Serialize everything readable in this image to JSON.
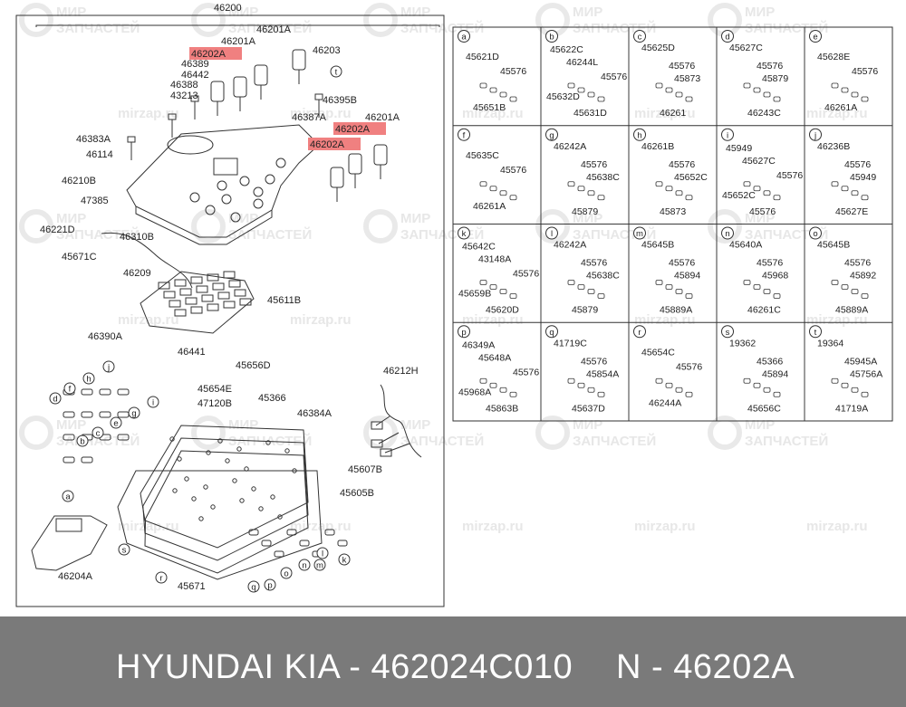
{
  "watermark": {
    "line1": "МИР",
    "line2": "ЗАПЧАСТЕЙ",
    "site": "mirzap.ru"
  },
  "diagram": {
    "assembly_number": "46200",
    "callouts": [
      {
        "id": "c-46201A-top",
        "label": "46201A"
      },
      {
        "id": "c-46202A-1",
        "label": "46202A",
        "highlight": true
      },
      {
        "id": "c-46201A-2",
        "label": "46201A"
      },
      {
        "id": "c-46203",
        "label": "46203"
      },
      {
        "id": "c-46389",
        "label": "46389"
      },
      {
        "id": "c-46442",
        "label": "46442"
      },
      {
        "id": "c-46388",
        "label": "46388"
      },
      {
        "id": "c-43213",
        "label": "43213"
      },
      {
        "id": "c-46395B",
        "label": "46395B"
      },
      {
        "id": "c-46387A",
        "label": "46387A"
      },
      {
        "id": "c-46201A-3",
        "label": "46201A"
      },
      {
        "id": "c-46202A-2",
        "label": "46202A",
        "highlight": true
      },
      {
        "id": "c-46202A-3",
        "label": "46202A",
        "highlight": true
      },
      {
        "id": "c-46383A",
        "label": "46383A"
      },
      {
        "id": "c-46114",
        "label": "46114"
      },
      {
        "id": "c-46210B",
        "label": "46210B"
      },
      {
        "id": "c-47385",
        "label": "47385"
      },
      {
        "id": "c-46221D",
        "label": "46221D"
      },
      {
        "id": "c-46310B",
        "label": "46310B"
      },
      {
        "id": "c-45671C",
        "label": "45671C"
      },
      {
        "id": "c-46209",
        "label": "46209"
      },
      {
        "id": "c-45611B",
        "label": "45611B"
      },
      {
        "id": "c-46390A",
        "label": "46390A"
      },
      {
        "id": "c-46441",
        "label": "46441"
      },
      {
        "id": "c-45656D",
        "label": "45656D"
      },
      {
        "id": "c-46212H",
        "label": "46212H"
      },
      {
        "id": "c-45654E",
        "label": "45654E"
      },
      {
        "id": "c-45366",
        "label": "45366"
      },
      {
        "id": "c-47120B",
        "label": "47120B"
      },
      {
        "id": "c-46384A",
        "label": "46384A"
      },
      {
        "id": "c-45607B",
        "label": "45607B"
      },
      {
        "id": "c-45605B",
        "label": "45605B"
      },
      {
        "id": "c-46204A",
        "label": "46204A"
      },
      {
        "id": "c-45671",
        "label": "45671"
      }
    ],
    "letters": [
      "a",
      "b",
      "c",
      "d",
      "e",
      "f",
      "g",
      "h",
      "i",
      "j",
      "k",
      "l",
      "m",
      "n",
      "o",
      "p",
      "q",
      "r",
      "s",
      "t"
    ]
  },
  "parts_table": [
    {
      "letter": "a",
      "labels": [
        "45621D",
        "45576",
        "45651B"
      ]
    },
    {
      "letter": "b",
      "labels": [
        "45622C",
        "46244L",
        "45576",
        "45632D",
        "45631D"
      ]
    },
    {
      "letter": "c",
      "labels": [
        "45625D",
        "45576",
        "45873",
        "46261"
      ]
    },
    {
      "letter": "d",
      "labels": [
        "45627C",
        "45576",
        "45879",
        "46243C"
      ]
    },
    {
      "letter": "e",
      "labels": [
        "45628E",
        "45576",
        "46261A"
      ]
    },
    {
      "letter": "f",
      "labels": [
        "45635C",
        "45576",
        "46261A"
      ]
    },
    {
      "letter": "g",
      "labels": [
        "46242A",
        "45576",
        "45638C",
        "45879"
      ]
    },
    {
      "letter": "h",
      "labels": [
        "46261B",
        "45576",
        "45652C",
        "45873"
      ]
    },
    {
      "letter": "i",
      "labels": [
        "45949",
        "45627C",
        "45576",
        "45652C",
        "45576"
      ]
    },
    {
      "letter": "j",
      "labels": [
        "46236B",
        "45576",
        "45949",
        "45627E"
      ]
    },
    {
      "letter": "k",
      "labels": [
        "45642C",
        "43148A",
        "45576",
        "45659B",
        "45620D"
      ]
    },
    {
      "letter": "l",
      "labels": [
        "46242A",
        "45576",
        "45638C",
        "45879"
      ]
    },
    {
      "letter": "m",
      "labels": [
        "45645B",
        "45576",
        "45894",
        "45889A"
      ]
    },
    {
      "letter": "n",
      "labels": [
        "45640A",
        "45576",
        "45968",
        "46261C"
      ]
    },
    {
      "letter": "o",
      "labels": [
        "45645B",
        "45576",
        "45892",
        "45889A"
      ]
    },
    {
      "letter": "p",
      "labels": [
        "46349A",
        "45648A",
        "45576",
        "45968A",
        "45863B"
      ]
    },
    {
      "letter": "q",
      "labels": [
        "41719C",
        "45576",
        "45854A",
        "45637D"
      ]
    },
    {
      "letter": "r",
      "labels": [
        "45654C",
        "45576",
        "46244A"
      ]
    },
    {
      "letter": "s",
      "labels": [
        "19362",
        "45366",
        "45894",
        "45656C"
      ]
    },
    {
      "letter": "t",
      "labels": [
        "19364",
        "45945A",
        "45756A",
        "41719A"
      ]
    }
  ],
  "banner": {
    "brand": "HYUNDAI  KIA - 462024C010",
    "ref": "N - 46202A"
  },
  "colors": {
    "highlight": "#f08080",
    "line": "#333333",
    "banner_bg": "#7a7a7a",
    "banner_text": "#ffffff",
    "watermark": "#e7e7e7"
  }
}
